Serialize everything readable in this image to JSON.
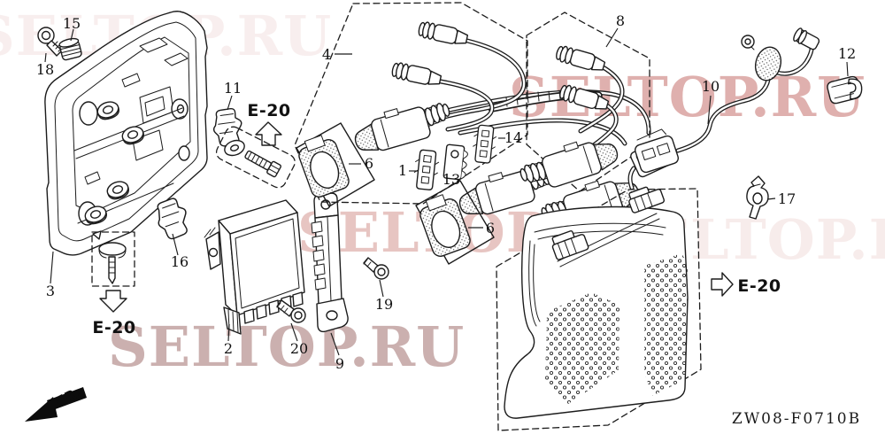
{
  "diagram": {
    "drawing_code": "ZW08-F0710B",
    "front_marker": "FR.",
    "e20_ref": "E-20",
    "callouts": {
      "c1": "1",
      "c2": "2",
      "c3": "3",
      "c4": "4",
      "c6a": "6",
      "c6b": "6",
      "c8": "8",
      "c9": "9",
      "c10": "10",
      "c11": "11",
      "c12": "12",
      "c13": "13",
      "c14": "14",
      "c15": "15",
      "c16": "16",
      "c17": "17",
      "c18": "18",
      "c19": "19",
      "c20": "20"
    }
  },
  "watermark": {
    "text": "SELTOP.RU",
    "color_pink": "#d4938f",
    "color_soft": "#e2b7b3",
    "color_gray": "#c2a3a2"
  }
}
